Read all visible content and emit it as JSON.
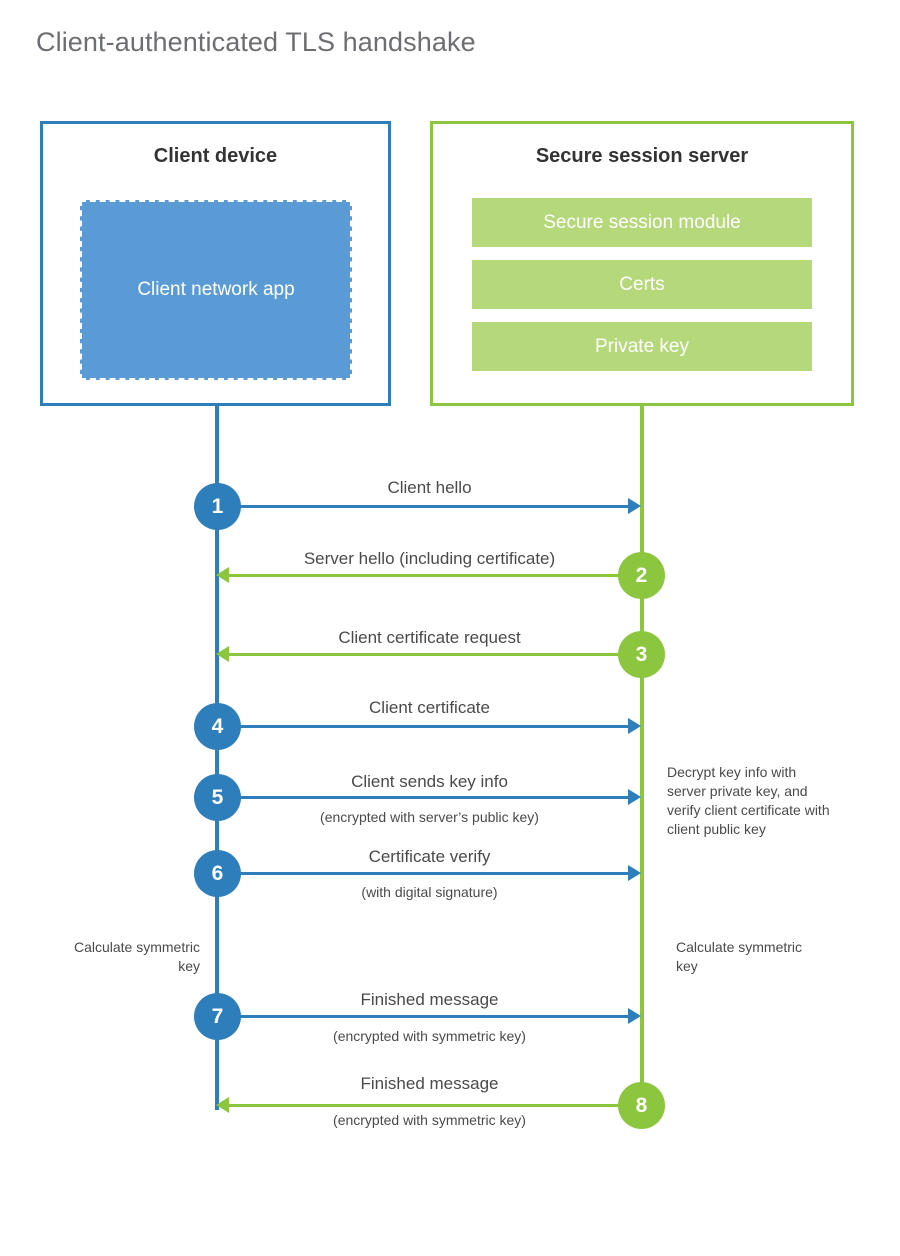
{
  "title": "Client-authenticated TLS handshake",
  "colors": {
    "client_blue": "#2e7ebb",
    "client_app_fill": "#5b9bd5",
    "server_green": "#8cc63e",
    "server_bar_fill": "#b5d97a",
    "title_gray": "#6d6e71",
    "text_gray": "#4a4a4a",
    "heading_dark": "#333333"
  },
  "client": {
    "title": "Client device",
    "app_label": "Client network app"
  },
  "server": {
    "title": "Secure session server",
    "modules": [
      {
        "label": "Secure session module"
      },
      {
        "label": "Certs"
      },
      {
        "label": "Private key"
      }
    ]
  },
  "steps": [
    {
      "number": "1",
      "label": "Client hello",
      "sublabel": "",
      "direction": "client-to-server",
      "side": "client"
    },
    {
      "number": "2",
      "label": "Server hello (including certificate)",
      "sublabel": "",
      "direction": "server-to-client",
      "side": "server"
    },
    {
      "number": "3",
      "label": "Client certificate request",
      "sublabel": "",
      "direction": "server-to-client",
      "side": "server"
    },
    {
      "number": "4",
      "label": "Client certificate",
      "sublabel": "",
      "direction": "client-to-server",
      "side": "client"
    },
    {
      "number": "5",
      "label": "Client sends key info",
      "sublabel": "(encrypted with server’s public key)",
      "direction": "client-to-server",
      "side": "client"
    },
    {
      "number": "6",
      "label": "Certificate verify",
      "sublabel": "(with digital signature)",
      "direction": "client-to-server",
      "side": "client"
    },
    {
      "number": "7",
      "label": "Finished message",
      "sublabel": "(encrypted with symmetric key)",
      "direction": "client-to-server",
      "side": "client"
    },
    {
      "number": "8",
      "label": "Finished message",
      "sublabel": "(encrypted with symmetric key)",
      "direction": "server-to-client",
      "side": "server"
    }
  ],
  "annotations": {
    "server_decrypt": "Decrypt key info with server private key, and verify client certificate with client public key",
    "client_calculate": "Calculate symmetric key",
    "server_calculate": "Calculate symmetric key"
  }
}
